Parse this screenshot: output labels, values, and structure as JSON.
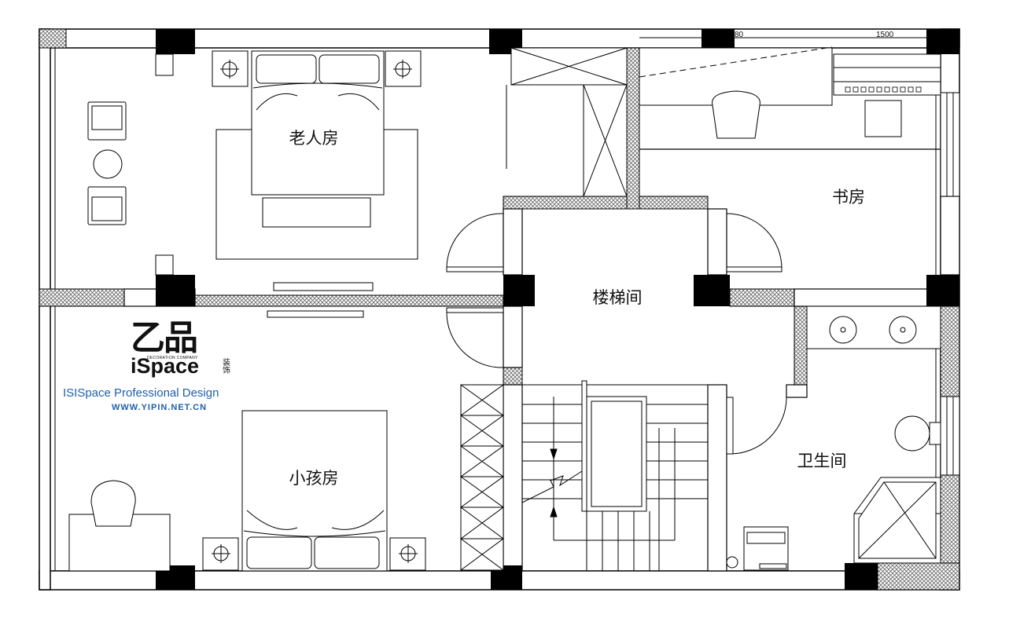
{
  "rooms": {
    "elderly_room": "老人房",
    "study": "书房",
    "stair_hall": "楼梯间",
    "child_room": "小孩房",
    "bathroom": "卫生间"
  },
  "dimensions": {
    "dim_left": "80",
    "dim_right": "1500"
  },
  "logo": {
    "mark": "乙品",
    "brand": "iSpace",
    "subtitle": "DECORATION COMPANY",
    "seal": "装饰",
    "tagline": "ISISpace Professional Design",
    "url": "WWW.YIPIN.NET.CN"
  },
  "colors": {
    "wall": "#000000",
    "hatch": "#888888",
    "logo_blue": "#1f5fae"
  }
}
